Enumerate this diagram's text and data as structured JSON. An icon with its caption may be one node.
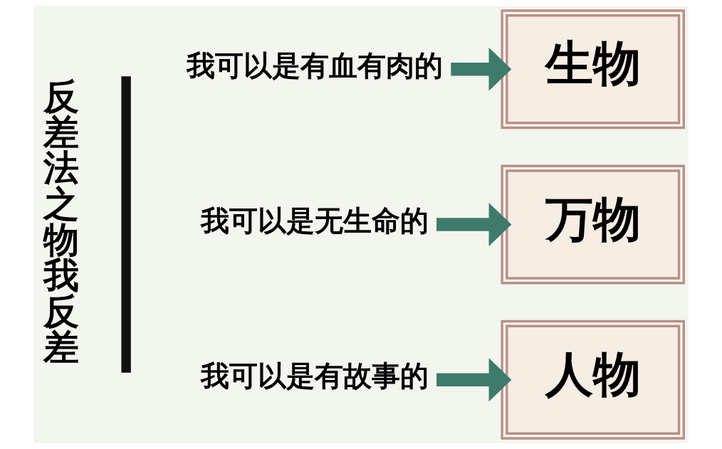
{
  "diagram": {
    "nodes": [
      {
        "text": [
          "我可以是有血有肉的"
        ]
      },
      {
        "text": [
          "生物"
        ]
      },
      {
        "text": [
          "我可以是无生命的"
        ]
      },
      {
        "text": [
          "万物"
        ]
      },
      {
        "text": [
          "我可以是有故事的"
        ]
      },
      {
        "text": [
          "人物"
        ]
      }
    ],
    "edges": [
      {
        "from": 0,
        "to": 1,
        "arrow": "to"
      },
      {
        "from": 2,
        "to": 3,
        "arrow": "to"
      },
      {
        "from": 4,
        "to": 5,
        "arrow": "to"
      }
    ],
    "labels": [
      "反差法之物我反差"
    ]
  }
}
